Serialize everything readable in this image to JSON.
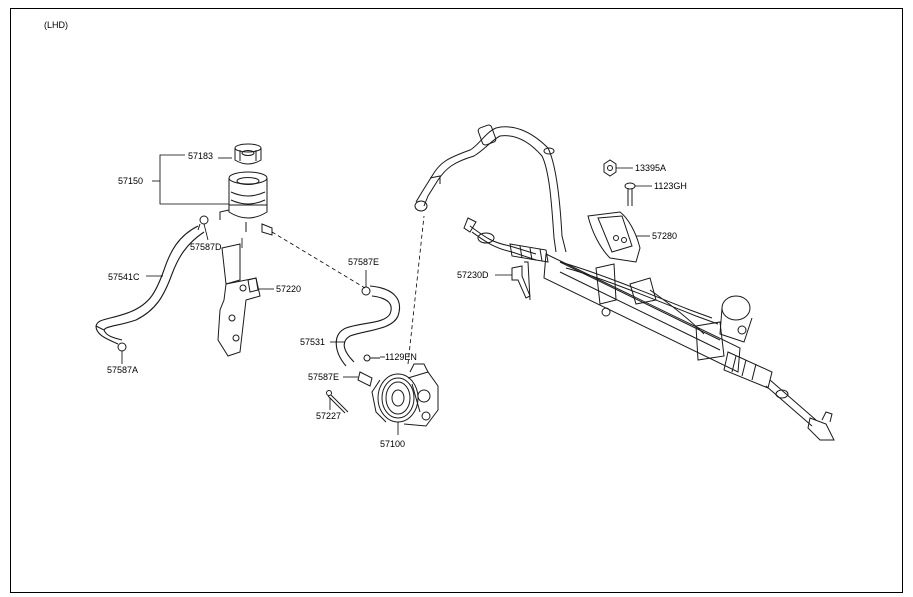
{
  "diagram": {
    "variant_label": "(LHD)",
    "labels": {
      "p57183": "57183",
      "p57150": "57150",
      "p57587D": "57587D",
      "p57541C": "57541C",
      "p57587A": "57587A",
      "p57220": "57220",
      "p57587E_top": "57587E",
      "p57531": "57531",
      "p1129EN": "1129EN",
      "p57587E_mid": "57587E",
      "p57227": "57227",
      "p57100": "57100",
      "p13395A": "13395A",
      "p1123GH": "1123GH",
      "p57280": "57280",
      "p57230D": "57230D"
    },
    "icons": {
      "reservoir": "reservoir-icon",
      "cap": "reservoir-cap-icon",
      "pump": "power-steering-pump-icon",
      "rack": "steering-gear-rack-icon",
      "hose": "hose-icon",
      "clamp": "hose-clamp-icon",
      "bracket": "bracket-icon",
      "bolt": "bolt-icon",
      "nut": "nut-icon"
    }
  }
}
